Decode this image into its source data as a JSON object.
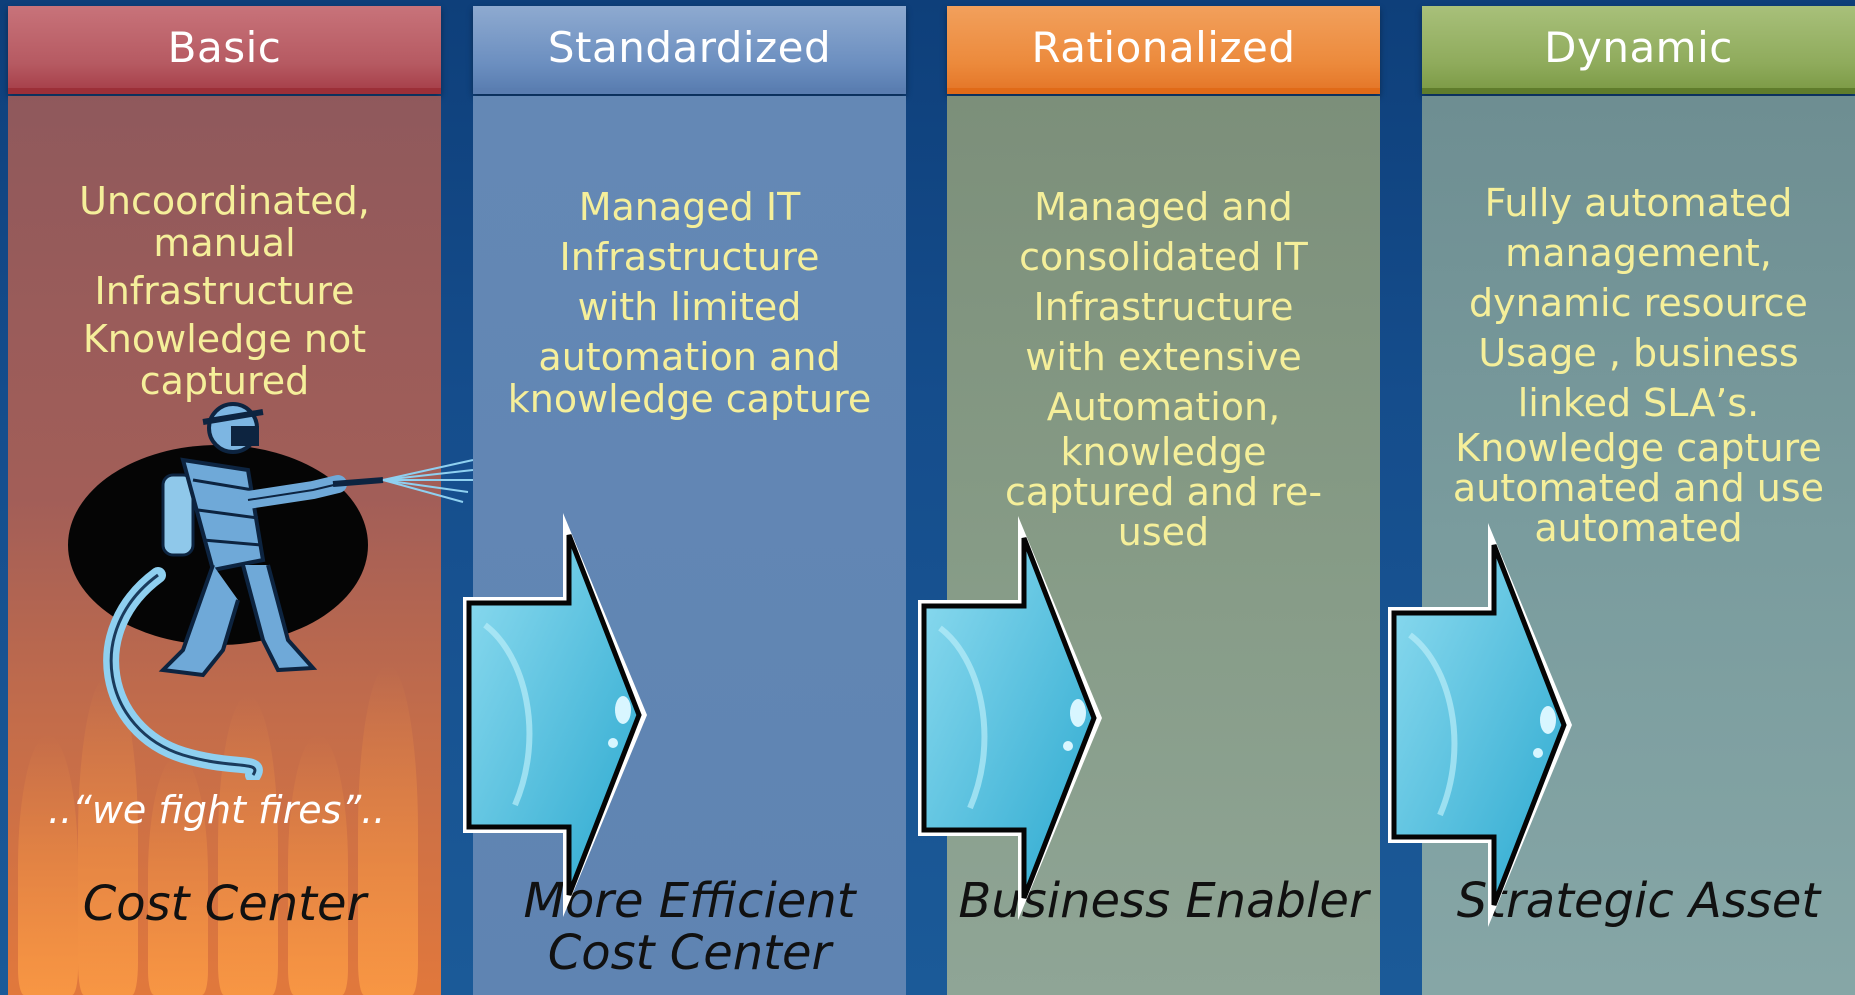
{
  "columns": [
    {
      "header": "Basic",
      "description": [
        "Uncoordinated,",
        "manual",
        "Infrastructure",
        "Knowledge not",
        "captured"
      ],
      "tagline": "..“we fight fires”..",
      "footer": [
        "Cost Center"
      ]
    },
    {
      "header": "Standardized",
      "description": [
        "Managed IT",
        "Infrastructure",
        "with limited",
        "automation and",
        "knowledge capture"
      ],
      "footer": [
        "More Efficient",
        "Cost Center"
      ]
    },
    {
      "header": "Rationalized",
      "description": [
        "Managed and",
        "consolidated IT",
        "Infrastructure",
        "with extensive",
        "Automation,",
        "knowledge",
        "captured and re-",
        "used"
      ],
      "footer": [
        "Business",
        "Enabler"
      ]
    },
    {
      "header": "Dynamic",
      "description": [
        "Fully automated",
        "management,",
        "dynamic resource",
        "Usage , business",
        "linked SLA’s.",
        "Knowledge capture",
        "automated and use",
        "automated"
      ],
      "footer": [
        "Strategic",
        "Asset"
      ]
    }
  ],
  "colors": {
    "basic": "#b65a62",
    "standardized": "#6c8fc0",
    "rationalized": "#ec8a3c",
    "dynamic": "#8fab5c",
    "description_text": "#f5ef9a",
    "arrow": "#3fb6d8"
  }
}
